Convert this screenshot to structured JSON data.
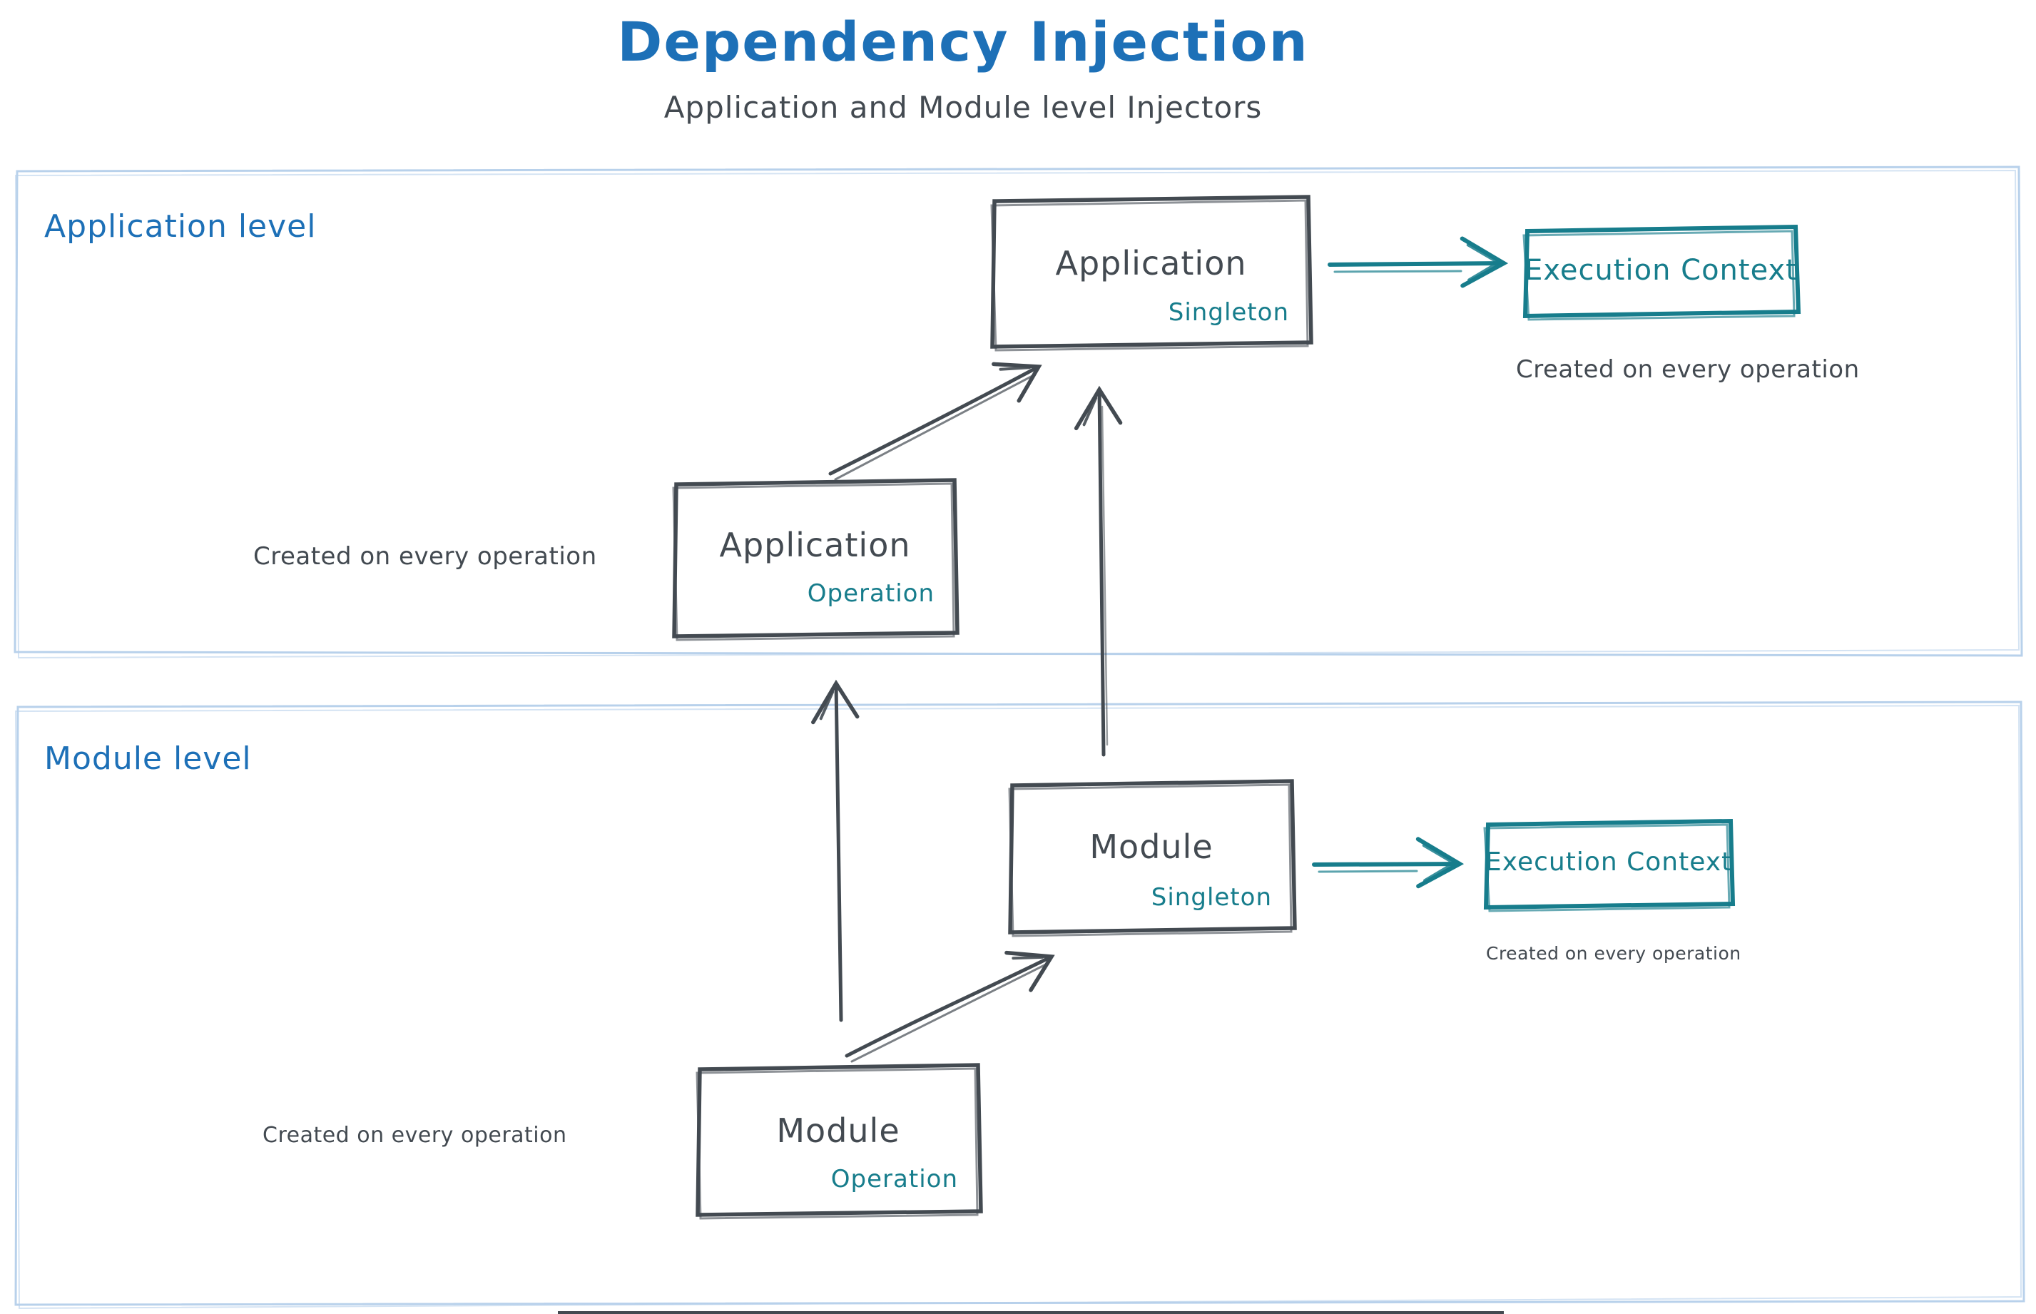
{
  "title": "Dependency Injection",
  "subtitle": "Application and Module level Injectors",
  "colors": {
    "heading_blue": "#1d70b7",
    "teal_accent": "#177d8c",
    "dark_stroke": "#434a51",
    "section_border": "#b8d1eb",
    "background": "#ffffff"
  },
  "app": {
    "label": "Application level",
    "singleton": {
      "name": "Application",
      "scope": "Singleton"
    },
    "operation": {
      "name": "Application",
      "scope": "Operation"
    },
    "operation_note": "Created on every operation",
    "execution": {
      "label": "Execution Context",
      "note": "Created on every operation"
    }
  },
  "module": {
    "label": "Module level",
    "singleton": {
      "name": "Module",
      "scope": "Singleton"
    },
    "operation": {
      "name": "Module",
      "scope": "Operation"
    },
    "operation_note": "Created on every operation",
    "execution": {
      "label": "Execution Context",
      "note": "Created on every operation"
    }
  }
}
